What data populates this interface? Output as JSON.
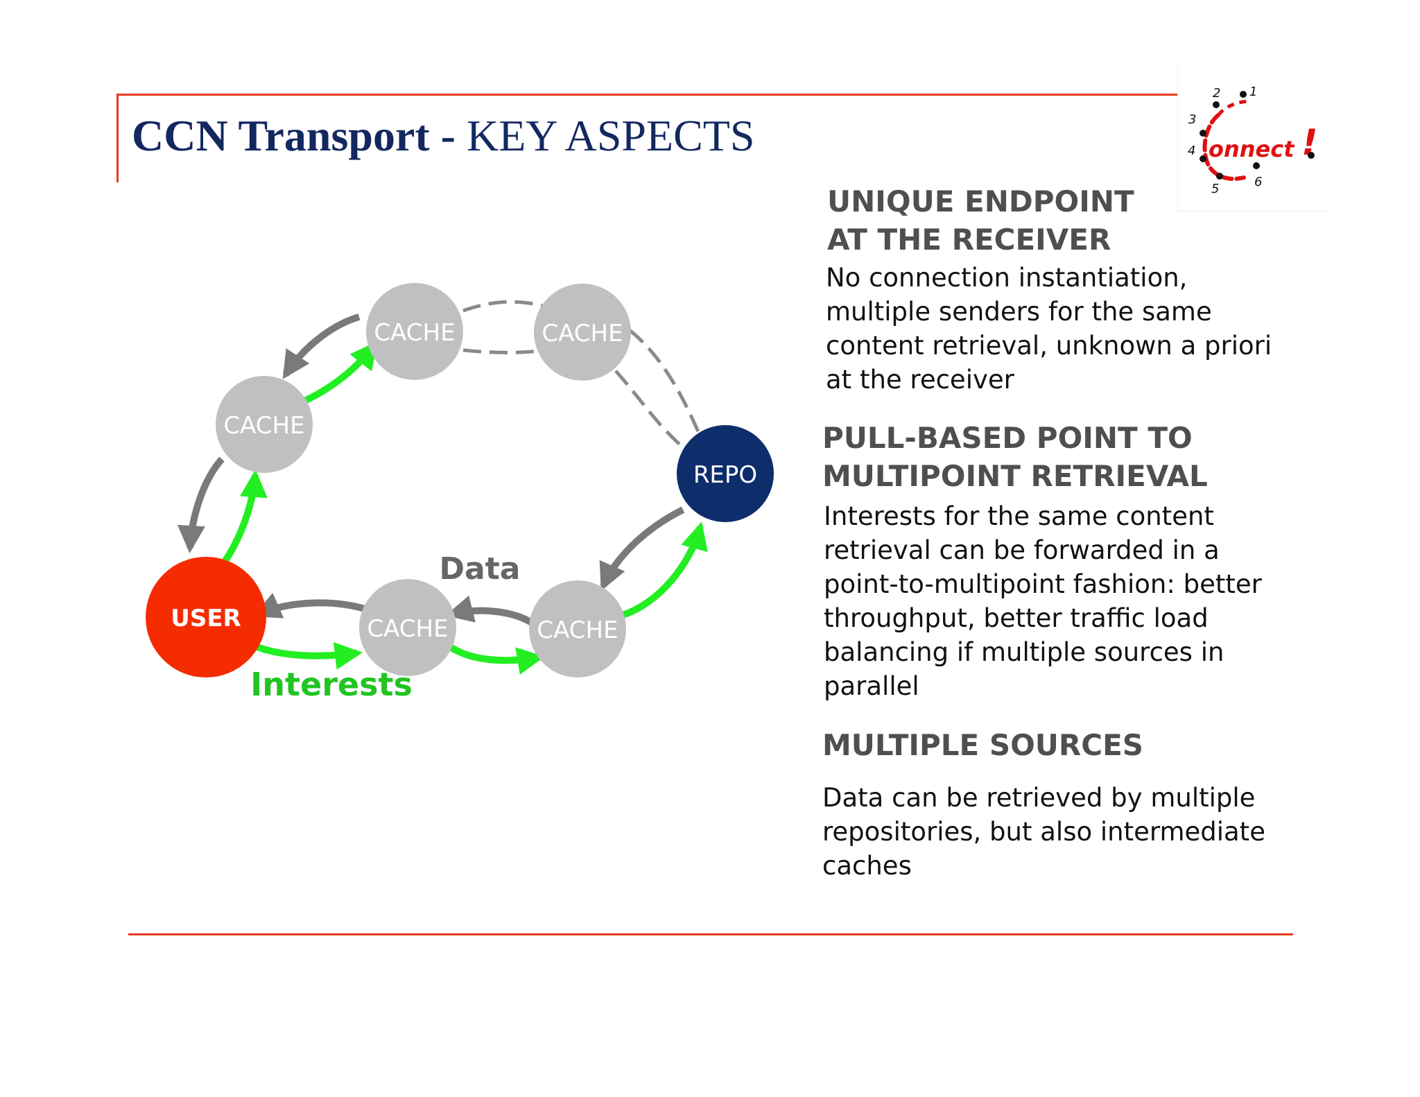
{
  "slide": {
    "title_bold": "CCN Transport -",
    "title_regular": "KEY ASPECTS",
    "accent_color": "#e8391e",
    "title_color": "#13285f"
  },
  "logo": {
    "text": "onnect",
    "numbers": [
      "1",
      "2",
      "3",
      "4",
      "5",
      "6"
    ],
    "exclamation": "!"
  },
  "diagram": {
    "nodes": {
      "cache_top_left": "CACHE",
      "cache_top_right": "CACHE",
      "cache_left": "CACHE",
      "cache_bottom_mid": "CACHE",
      "cache_bottom_right": "CACHE",
      "user": "USER",
      "repo": "REPO"
    },
    "labels": {
      "data": "Data",
      "interests": "Interests"
    },
    "colors": {
      "cache": "#c0c0c0",
      "user": "#f52c00",
      "repo": "#0e2d6b",
      "interest_arrow": "#22ee22",
      "data_arrow": "#7a7a7a",
      "interests_label": "#22c422",
      "data_label": "#666666"
    }
  },
  "sections": [
    {
      "heading": [
        "UNIQUE ENDPOINT",
        "AT THE RECEIVER"
      ],
      "body": [
        "No connection instantiation,",
        "multiple senders for the same",
        "content retrieval, unknown a priori",
        "at the receiver"
      ]
    },
    {
      "heading": [
        "PULL-BASED POINT TO",
        "MULTIPOINT RETRIEVAL"
      ],
      "body": [
        "Interests for the same content",
        "retrieval  can be forwarded in a",
        "point-to-multipoint fashion: better",
        "throughput, better traffic load",
        "balancing if multiple sources in",
        "parallel"
      ]
    },
    {
      "heading": [
        "MULTIPLE SOURCES"
      ],
      "body": [
        "Data can be retrieved by multiple",
        "repositories, but also intermediate",
        "caches"
      ]
    }
  ]
}
